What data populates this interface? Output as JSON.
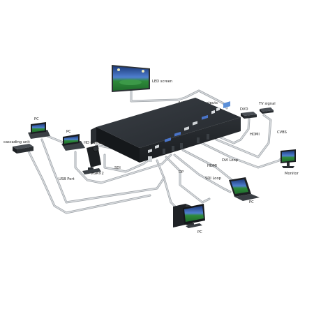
{
  "diagram": {
    "labels": {
      "led_screen": "LED screen",
      "led_outputs": "4 lines of LED outputs",
      "dvd": "DVD",
      "tv_signal": "TV signal",
      "hdmi_top": "HDMI",
      "cvbs": "CVBS",
      "dvi_loop": "DVI Loop",
      "monitor": "Monitor",
      "hdmi_mid": "HDMI",
      "dp": "DP",
      "sdi_loop": "SDI Loop",
      "pc_laptop": "PC",
      "pc_bottom": "PC",
      "pc_left": "PC",
      "pc_left2": "PC",
      "cascading_unit": "cascading unit",
      "hd_camera": "HD Camera",
      "usb_port": "USB Port",
      "vga": "VGA×2",
      "sdi": "SDI"
    }
  }
}
